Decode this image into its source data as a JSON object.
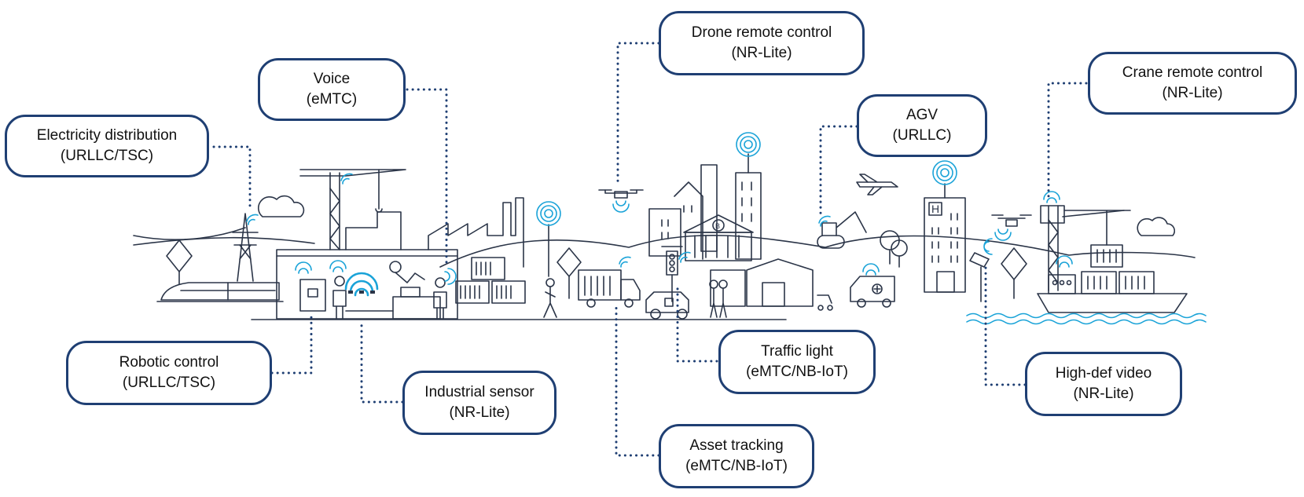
{
  "colors": {
    "box_border": "#1f3f73",
    "line": "#2b3548",
    "accent_wireless": "#1aa3d8",
    "connector": "#1f3f73"
  },
  "callouts": {
    "electricity": {
      "title": "Electricity distribution",
      "tech": "(URLLC/TSC)"
    },
    "voice": {
      "title": "Voice",
      "tech": "(eMTC)"
    },
    "drone": {
      "title": "Drone remote control",
      "tech": "(NR-Lite)"
    },
    "agv": {
      "title": "AGV",
      "tech": "(URLLC)"
    },
    "crane": {
      "title": "Crane remote control",
      "tech": "(NR-Lite)"
    },
    "robotic": {
      "title": "Robotic control",
      "tech": "(URLLC/TSC)"
    },
    "industrial_sensor": {
      "title": "Industrial sensor",
      "tech": "(NR-Lite)"
    },
    "asset_tracking": {
      "title": "Asset tracking",
      "tech": "(eMTC/NB-IoT)"
    },
    "traffic_light": {
      "title": "Traffic light",
      "tech": "(eMTC/NB-IoT)"
    },
    "hd_video": {
      "title": "High-def video",
      "tech": "(NR-Lite)"
    }
  },
  "building_signs": {
    "bank": "B",
    "hospital": "H"
  },
  "icons": [
    "cloud-icon",
    "train-icon",
    "pylon-icon",
    "crane-icon",
    "factory-icon",
    "robot-arm-icon",
    "worker-icon",
    "container-icon",
    "truck-icon",
    "antenna-tower-icon",
    "drone-icon",
    "car-icon",
    "traffic-light-icon",
    "bank-icon",
    "airplane-icon",
    "excavator-icon",
    "ambulance-icon",
    "hospital-icon",
    "camera-icon",
    "ship-icon",
    "tree-icon",
    "wireless-signal-icon"
  ]
}
